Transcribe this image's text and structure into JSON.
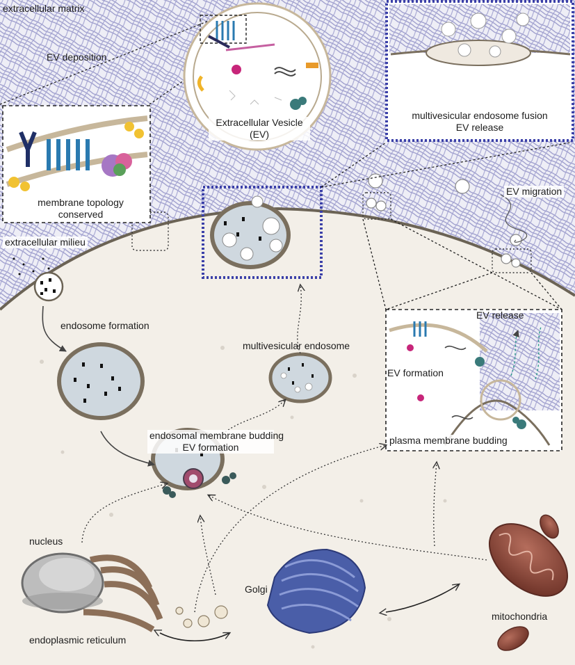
{
  "labels": {
    "extracellular_matrix": "extracellular matrix",
    "ev_deposition": "EV deposition",
    "extracellular_vesicle_line1": "Extracellular Vesicle",
    "extracellular_vesicle_line2": "(EV)",
    "mve_fusion_line1": "multivesicular endosome fusion",
    "mve_fusion_line2": "EV release",
    "membrane_topology_line1": "membrane topology",
    "membrane_topology_line2": "conserved",
    "ev_migration": "EV migration",
    "extracellular_milieu": "extracellular milieu",
    "endosome_formation": "endosome formation",
    "multivesicular_endosome": "multivesicular endosome",
    "ev_release": "EV release",
    "ev_formation": "EV formation",
    "plasma_membrane_budding": "plasma membrane budding",
    "endosomal_budding_line1": "endosomal membrane budding",
    "endosomal_budding_line2": "EV formation",
    "nucleus": "nucleus",
    "golgi": "Golgi",
    "mitochondria": "mitochondria",
    "endoplasmic_reticulum": "endoplasmic reticulum"
  },
  "colors": {
    "cytoplasm": "#f3efe8",
    "matrix_fiber": "#8f8fc4",
    "membrane": "#6b6355",
    "inset_border_blue": "#3a3fa8",
    "endosome_fill": "#cfd8df",
    "golgi": "#4a5ea8",
    "mitochondria": "#8c4a3c",
    "er": "#8c6f58"
  }
}
